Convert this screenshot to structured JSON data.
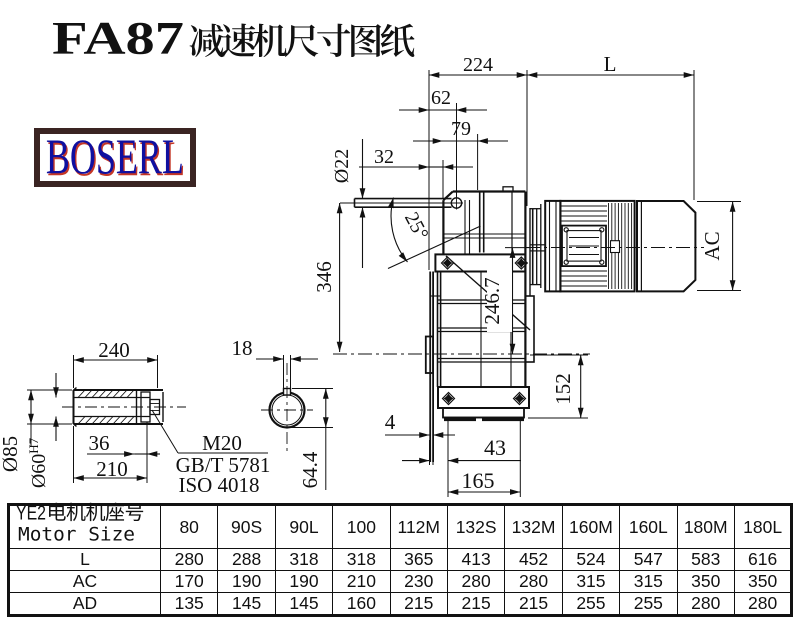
{
  "title": {
    "latin": "FA87",
    "cjk": "减速机尺寸图纸",
    "full": "FA87减速机尺寸图纸"
  },
  "logo": {
    "text": "BOSERL"
  },
  "drawing": {
    "type": "engineering-dimension-drawing",
    "views": [
      "side view of FA87 parallel-shaft gear reducer with motor",
      "hollow output shaft section",
      "shaft bore cross-section with keyway"
    ],
    "dims": {
      "d224": "224",
      "L": "L",
      "d62": "62",
      "d79": "79",
      "d32": "32",
      "d22": "Ø22",
      "angle": "25°",
      "d346": "346",
      "d246_7": "246.7",
      "AC": "AC",
      "d152": "152",
      "d4": "4",
      "d43": "43",
      "d165": "165",
      "d240": "240",
      "d85": "Ø85",
      "d60": "Ø60",
      "d60_tol": "H7",
      "d36": "36",
      "d210": "210",
      "m20": "M20",
      "gbt": "GB/T 5781",
      "iso": "ISO 4018",
      "d18": "18",
      "d64_4": "64.4"
    }
  },
  "table": {
    "header_latin": "YE2",
    "header_cjk": "电机机座号",
    "header_full": "YE2电机机座号",
    "header_en": "Motor Size",
    "columns": [
      "80",
      "90S",
      "90L",
      "100",
      "112M",
      "132S",
      "132M",
      "160M",
      "160L",
      "180M",
      "180L"
    ],
    "rows": [
      {
        "label": "L",
        "values": [
          "280",
          "288",
          "318",
          "318",
          "365",
          "413",
          "452",
          "524",
          "547",
          "583",
          "616"
        ]
      },
      {
        "label": "AC",
        "values": [
          "170",
          "190",
          "190",
          "210",
          "230",
          "280",
          "280",
          "315",
          "315",
          "350",
          "350"
        ]
      },
      {
        "label": "AD",
        "values": [
          "135",
          "145",
          "145",
          "160",
          "215",
          "215",
          "215",
          "255",
          "255",
          "280",
          "280"
        ]
      }
    ]
  }
}
